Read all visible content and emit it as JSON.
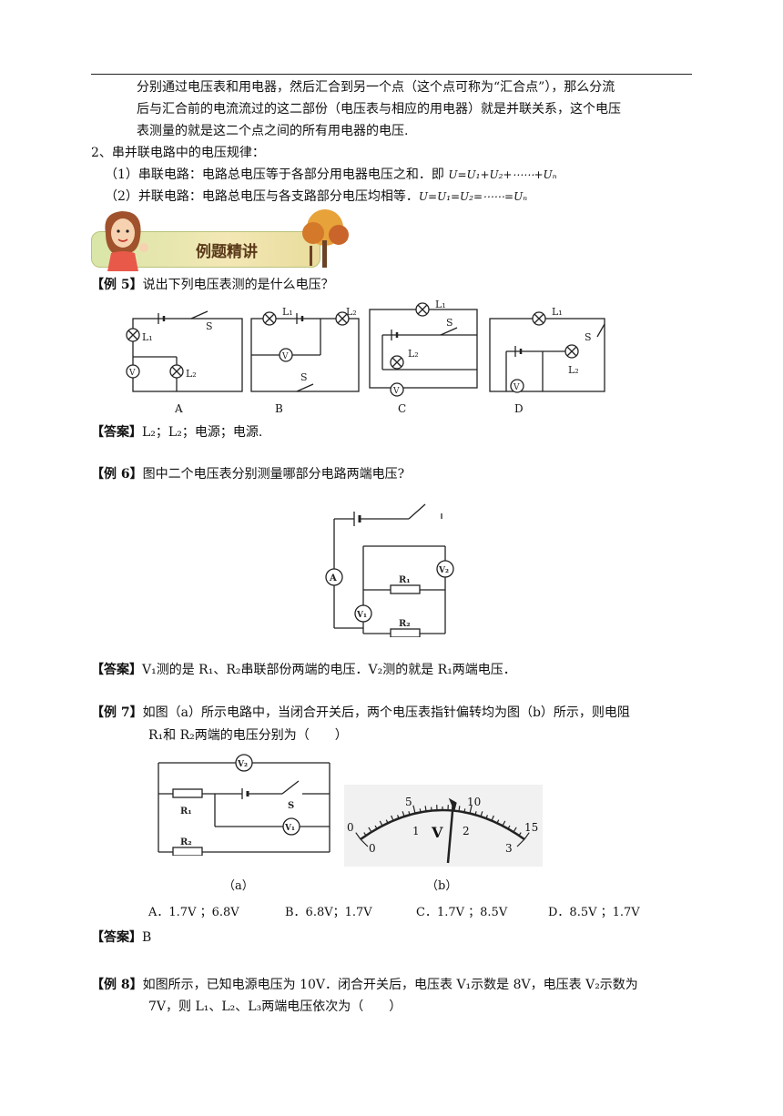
{
  "intro": {
    "line1": "分别通过电压表和用电器，然后汇合到另一个点（这个点可称为“汇合点”），那么分流",
    "line2": "后与汇合前的电流流过的这二部份（电压表与相应的用电器）就是并联关系，这个电压",
    "line3": "表测量的就是这二个点之间的所有用电器的电压."
  },
  "rule2": {
    "heading": "2、串并联电路中的电压规律：",
    "series_text": "（1）串联电路：电路总电压等于各部分用电器电压之和．即 ",
    "series_formula": "U=U₁+U₂+⋯⋯+Uₙ",
    "parallel_text": "（2）并联电路：电路总电压与各支路部分电压均相等．",
    "parallel_formula": "U=U₁=U₂=⋯⋯=Uₙ"
  },
  "banner": {
    "title": "例题精讲"
  },
  "ex5": {
    "tag": "【例 5】",
    "question": "说出下列电压表测的是什么电压？",
    "labels": [
      "A",
      "B",
      "C",
      "D"
    ],
    "answer_tag": "【答案】",
    "answer": "L₂；L₂；电源；电源."
  },
  "ex6": {
    "tag": "【例 6】",
    "question": "图中二个电压表分别测量哪部分电路两端电压?",
    "answer_tag": "【答案】",
    "answer": "V₁测的是 R₁、R₂串联部份两端的电压．V₂测的就是 R₁两端电压．"
  },
  "ex7": {
    "tag": "【例 7】",
    "question1": "如图（a）所示电路中，当闭合开关后，两个电压表指针偏转均为图（b）所示，则电阻",
    "question2": "R₁和 R₂两端的电压分别为（　　）",
    "fig_a": "（a）",
    "fig_b": "（b）",
    "options": [
      "A．1.7V ；6.8V",
      "B．6.8V；1.7V",
      "C．1.7V ；8.5V",
      "D．8.5V ；1.7V"
    ],
    "answer_tag": "【答案】",
    "answer": "B"
  },
  "ex8": {
    "tag": "【例 8】",
    "question1": "如图所示，已知电源电压为 10V．闭合开关后，电压表 V₁示数是 8V，电压表 V₂示数为",
    "question2": "7V，则 L₁、L₂、L₃两端电压依次为（　　）"
  },
  "meter": {
    "outer_ticks": [
      "0",
      "5",
      "10",
      "15"
    ],
    "inner_ticks": [
      "0",
      "1",
      "2",
      "3"
    ],
    "symbol": "V"
  }
}
